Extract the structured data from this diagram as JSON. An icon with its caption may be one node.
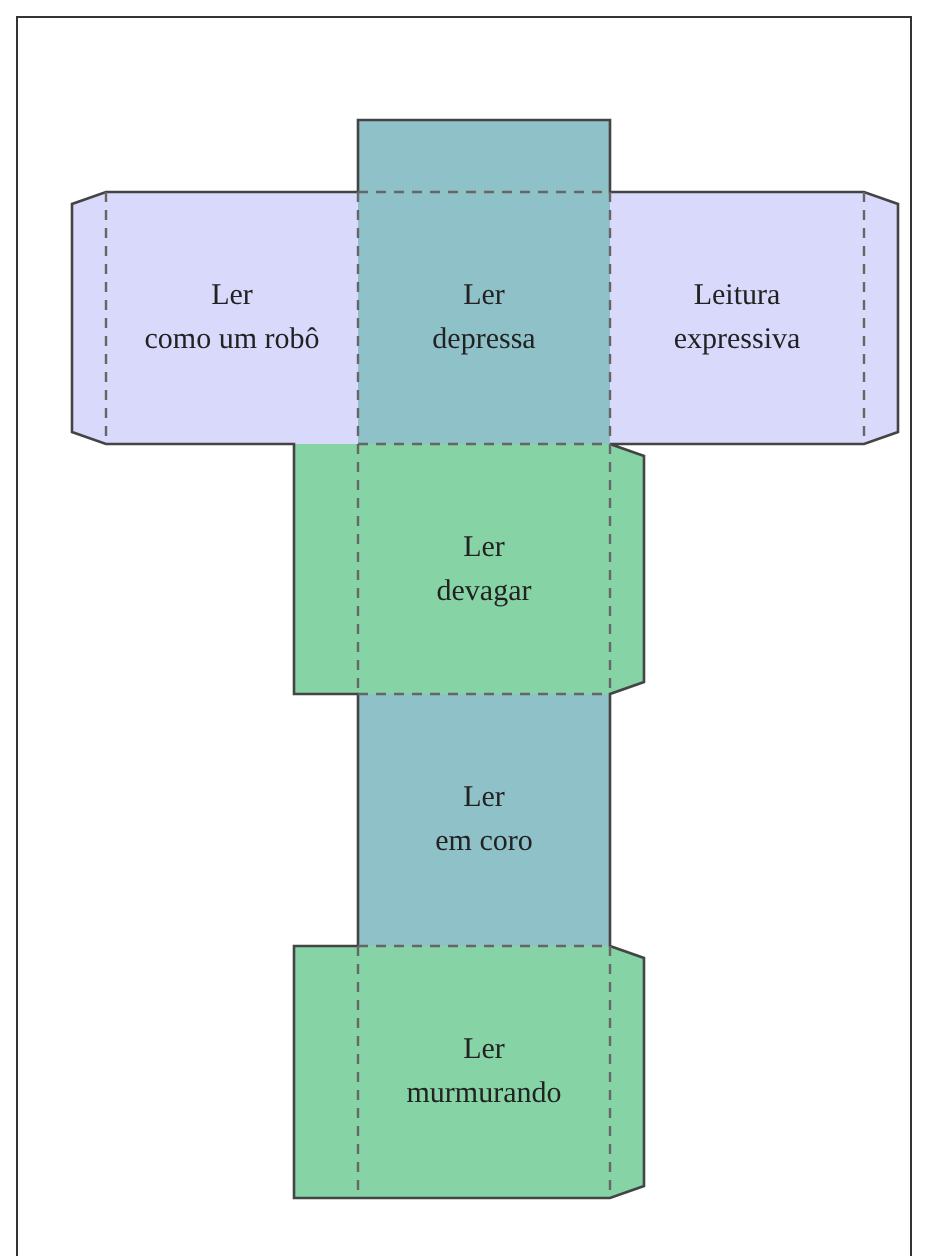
{
  "diagram": {
    "nodes": [
      {
        "text": [
          "Ler",
          "como um robô"
        ]
      },
      {
        "text": [
          "Ler",
          "depressa"
        ]
      },
      {
        "text": [
          "Leitura",
          "expressiva"
        ]
      },
      {
        "text": [
          "Ler",
          "devagar"
        ]
      },
      {
        "text": [
          "Ler",
          "em coro"
        ]
      },
      {
        "text": [
          "Ler",
          "murmurando"
        ]
      }
    ]
  }
}
